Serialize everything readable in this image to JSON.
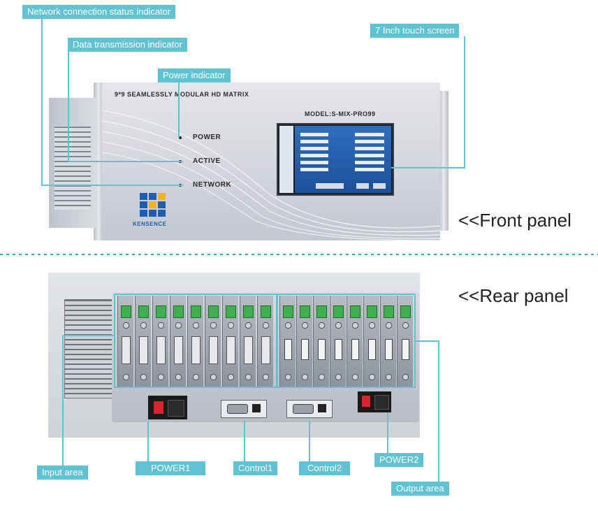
{
  "front": {
    "device_title": "9*9 SEAMLESSLY MODULAR HD MATRIX",
    "model": "MODEL:S-MIX-PRO99",
    "indicators": {
      "power": "POWER",
      "active": "ACTIVE",
      "network": "NETWORK"
    },
    "brand": "KENSENCE"
  },
  "callouts": {
    "network_status": "Network connection status indicator",
    "data_transmission": "Data transmission indicator",
    "power_indicator": "Power indicator",
    "touch_screen": "7 Inch touch screen",
    "input_area": "Input area",
    "power1": "POWER1",
    "control1": "Control1",
    "control2": "Control2",
    "power2": "POWER2",
    "output_area": "Output area"
  },
  "panel_labels": {
    "front": "<<Front panel",
    "rear": "<<Rear panel"
  },
  "colors": {
    "callout": "#5fc3d4",
    "separator": "#3aa7c0",
    "brand_blue": "#1d5fae",
    "brand_yellow": "#f2b21f"
  }
}
